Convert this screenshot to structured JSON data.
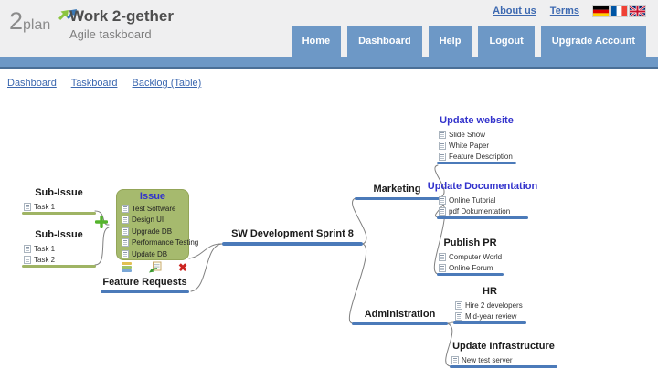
{
  "header": {
    "logo_2": "2",
    "logo_plan": "plan",
    "title": "Work 2-gether",
    "subtitle": "Agile taskboard",
    "links": [
      {
        "label": "About us"
      },
      {
        "label": "Terms"
      }
    ],
    "flags": [
      "german-flag",
      "french-flag",
      "uk-flag"
    ],
    "nav": [
      {
        "label": "Home"
      },
      {
        "label": "Dashboard"
      },
      {
        "label": "Help"
      },
      {
        "label": "Logout"
      },
      {
        "label": "Upgrade Account"
      }
    ]
  },
  "breadcrumbs": [
    {
      "label": "Dashboard"
    },
    {
      "label": "Taskboard"
    },
    {
      "label": "Backlog (Table)"
    }
  ],
  "map": {
    "center": {
      "label": "SW Development Sprint 8"
    },
    "left": {
      "sub_issue_1": {
        "label": "Sub-Issue",
        "items": [
          "Task 1"
        ]
      },
      "sub_issue_2": {
        "label": "Sub-Issue",
        "items": [
          "Task 1",
          "Task 2"
        ]
      },
      "issue": {
        "title": "Issue",
        "items": [
          "Test Software",
          "Design UI",
          "Upgrade DB",
          "Performance Testing",
          "Update DB"
        ],
        "toolbar": [
          "backlog-icon",
          "move-icon",
          "delete-icon"
        ]
      },
      "feature_requests": {
        "label": "Feature Requests"
      }
    },
    "right": {
      "marketing": {
        "label": "Marketing",
        "children": [
          {
            "label": "Update website",
            "items": [
              "Slide Show",
              "White Paper",
              "Feature Description"
            ]
          },
          {
            "label": "Update Documentation",
            "items": [
              "Online Tutorial",
              "pdf Dokumentation"
            ]
          },
          {
            "label": "Publish PR",
            "items": [
              "Computer World",
              "Online Forum"
            ]
          }
        ]
      },
      "administration": {
        "label": "Administration",
        "children": [
          {
            "label": "HR",
            "items": [
              "Hire 2 developers",
              "Mid-year review"
            ]
          },
          {
            "label": "Update Infrastructure",
            "items": [
              "New test server"
            ]
          }
        ]
      }
    }
  },
  "icons": {
    "delete_glyph": "✖"
  },
  "colors": {
    "nav_blue": "#6d98c6",
    "nav_bar_edge": "#4a6f97",
    "link_blue": "#3c68b0",
    "node_title_blue": "#3333cc",
    "underline_blue": "#4b7ab9",
    "underline_green": "#9fb464",
    "issue_box_green": "#a6ba6e",
    "plus_green": "#55b42d",
    "delete_red": "#cc2420",
    "connector_gray": "#808080",
    "header_bg": "#efeff0"
  }
}
